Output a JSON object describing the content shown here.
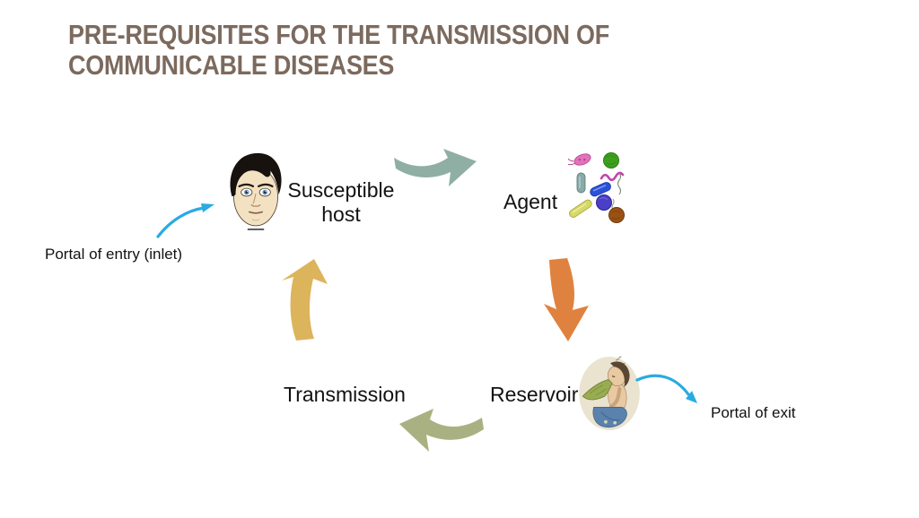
{
  "title": {
    "text": "PRE-REQUISITES FOR THE TRANSMISSION OF COMMUNICABLE DISEASES",
    "color": "#7c6a5e"
  },
  "cycle": {
    "nodes": [
      {
        "id": "susceptible-host",
        "label": "Susceptible host",
        "icon": "cartoon-face"
      },
      {
        "id": "agent",
        "label": "Agent",
        "icon": "microbes-cluster"
      },
      {
        "id": "reservoir",
        "label": "Reservoir",
        "icon": "vomiting-person"
      },
      {
        "id": "transmission",
        "label": "Transmission",
        "icon": "none"
      }
    ],
    "flow": [
      "susceptible-host",
      "agent",
      "reservoir",
      "transmission",
      "susceptible-host"
    ]
  },
  "annotations": {
    "portal_entry": {
      "label": "Portal of entry (inlet)",
      "points_to": "susceptible-host"
    },
    "portal_exit": {
      "label": "Portal of exit",
      "points_from": "reservoir"
    }
  },
  "colors": {
    "arrow_host_to_agent": "#8fafa4",
    "arrow_agent_to_reservoir": "#e0823f",
    "arrow_reservoir_to_transmission": "#a9b182",
    "arrow_transmission_to_host": "#dcb45c",
    "annotation_arrow": "#29abe2",
    "label_text": "#121212"
  }
}
